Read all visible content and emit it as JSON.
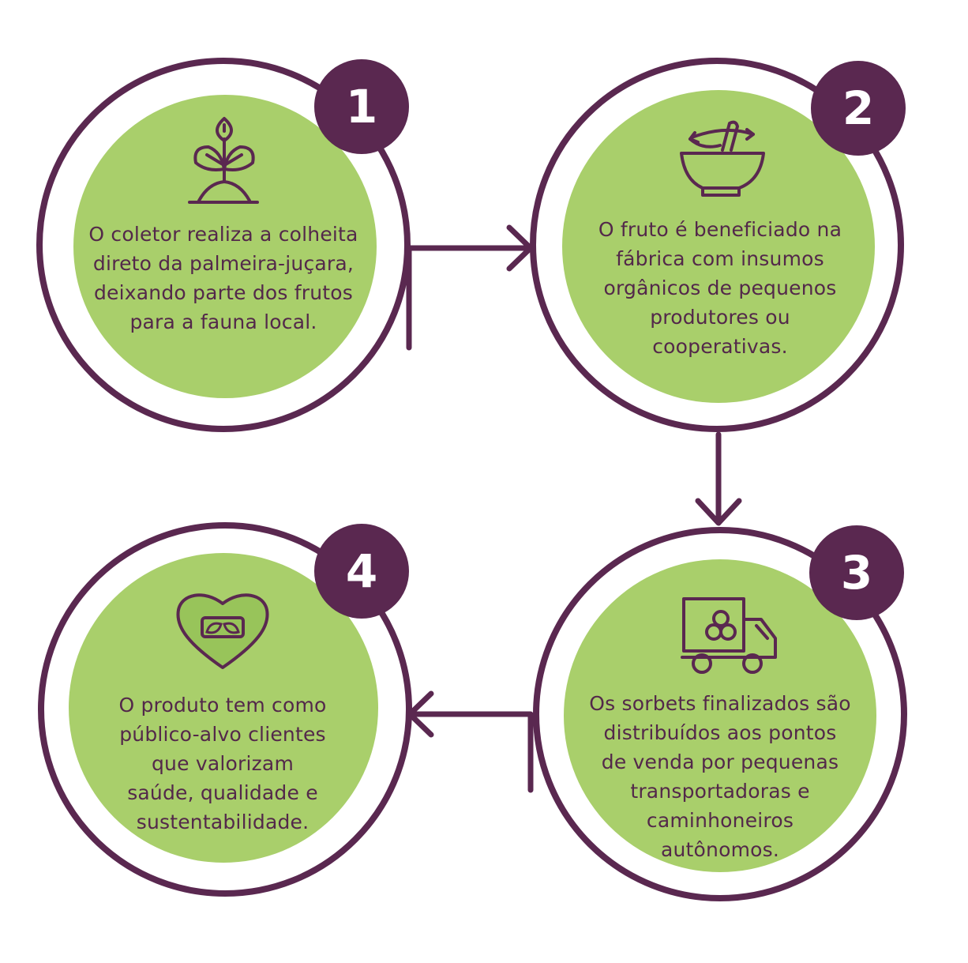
{
  "colors": {
    "purple": "#5a2850",
    "green": "#a9cf6b",
    "text": "#53284a",
    "white": "#ffffff"
  },
  "steps": [
    {
      "number": "1",
      "icon": "sprout-icon",
      "lines": [
        "O coletor realiza a colheita",
        "direto da palmeira-juçara,",
        "deixando parte dos frutos",
        "para a fauna local."
      ]
    },
    {
      "number": "2",
      "icon": "mortar-pestle-icon",
      "lines": [
        "O fruto é beneficiado na",
        "fábrica com insumos",
        "orgânicos de pequenos",
        "produtores ou",
        "cooperativas."
      ]
    },
    {
      "number": "3",
      "icon": "delivery-truck-icon",
      "lines": [
        "Os sorbets finalizados são",
        "distribuídos aos pontos",
        "de venda por pequenas",
        "transportadoras e",
        "caminhoneiros",
        "autônomos."
      ]
    },
    {
      "number": "4",
      "icon": "heart-leaves-icon",
      "lines": [
        "O produto tem como",
        "público-alvo clientes",
        "que valorizam",
        "saúde, qualidade e",
        "sustentabilidade."
      ]
    }
  ]
}
